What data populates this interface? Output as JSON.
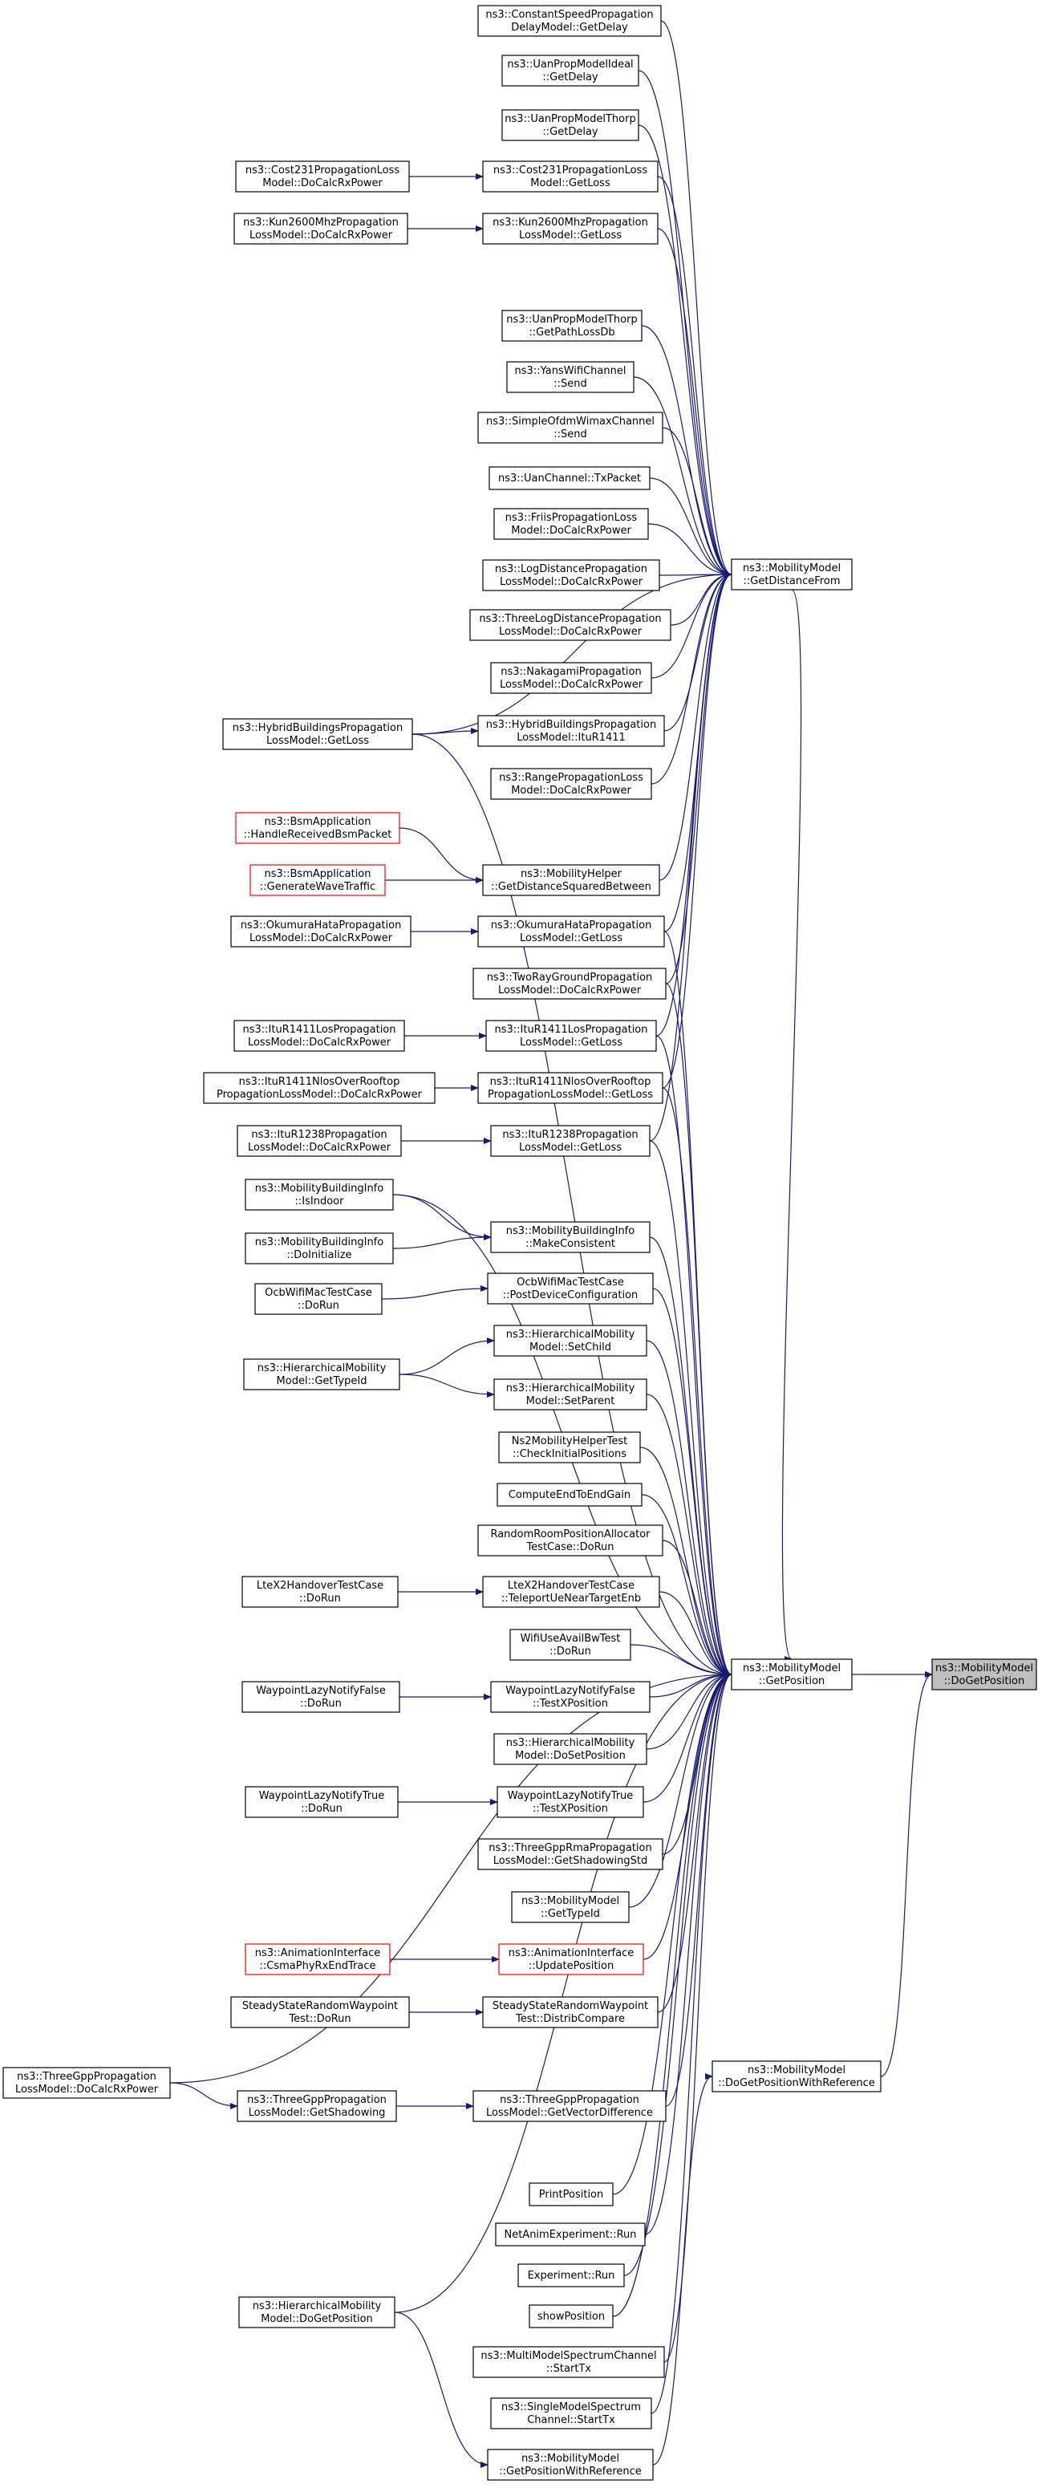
{
  "colors": {
    "edge": "#191970",
    "node_border": "#000000",
    "node_border_unresolved": "#ff0000",
    "focus_fill": "#bfbfbf",
    "background": "#ffffff"
  },
  "nodes": [
    {
      "id": "focus",
      "lines": [
        "ns3::MobilityModel",
        "::DoGetPosition"
      ],
      "kind": "focus"
    },
    {
      "id": "getdistancefrom",
      "lines": [
        "ns3::MobilityModel",
        "::GetDistanceFrom"
      ]
    },
    {
      "id": "getposition",
      "lines": [
        "ns3::MobilityModel",
        "::GetPosition"
      ]
    },
    {
      "id": "dogetposwithref",
      "lines": [
        "ns3::MobilityModel",
        "::DoGetPositionWithReference"
      ]
    },
    {
      "id": "constspeed",
      "lines": [
        "ns3::ConstantSpeedPropagation",
        "DelayModel::GetDelay"
      ]
    },
    {
      "id": "uanideal",
      "lines": [
        "ns3::UanPropModelIdeal",
        "::GetDelay"
      ]
    },
    {
      "id": "uanthorpdelay",
      "lines": [
        "ns3::UanPropModelThorp",
        "::GetDelay"
      ]
    },
    {
      "id": "cost231getloss",
      "lines": [
        "ns3::Cost231PropagationLoss",
        "Model::GetLoss"
      ]
    },
    {
      "id": "cost231docalc",
      "lines": [
        "ns3::Cost231PropagationLoss",
        "Model::DoCalcRxPower"
      ]
    },
    {
      "id": "kun2600getloss",
      "lines": [
        "ns3::Kun2600MhzPropagation",
        "LossModel::GetLoss"
      ]
    },
    {
      "id": "kun2600docalc",
      "lines": [
        "ns3::Kun2600MhzPropagation",
        "LossModel::DoCalcRxPower"
      ]
    },
    {
      "id": "uanthorppath",
      "lines": [
        "ns3::UanPropModelThorp",
        "::GetPathLossDb"
      ]
    },
    {
      "id": "yanssend",
      "lines": [
        "ns3::YansWifiChannel",
        "::Send"
      ]
    },
    {
      "id": "ofdmwimaxsend",
      "lines": [
        "ns3::SimpleOfdmWimaxChannel",
        "::Send"
      ]
    },
    {
      "id": "uantxpacket",
      "lines": [
        "ns3::UanChannel::TxPacket"
      ]
    },
    {
      "id": "friis",
      "lines": [
        "ns3::FriisPropagationLoss",
        "Model::DoCalcRxPower"
      ]
    },
    {
      "id": "logdistance",
      "lines": [
        "ns3::LogDistancePropagation",
        "LossModel::DoCalcRxPower"
      ]
    },
    {
      "id": "threelog",
      "lines": [
        "ns3::ThreeLogDistancePropagation",
        "LossModel::DoCalcRxPower"
      ]
    },
    {
      "id": "nakagami",
      "lines": [
        "ns3::NakagamiPropagation",
        "LossModel::DoCalcRxPower"
      ]
    },
    {
      "id": "hybriditur1411",
      "lines": [
        "ns3::HybridBuildingsPropagation",
        "LossModel::ItuR1411"
      ]
    },
    {
      "id": "hybridgetloss",
      "lines": [
        "ns3::HybridBuildingsPropagation",
        "LossModel::GetLoss"
      ]
    },
    {
      "id": "rangeprop",
      "lines": [
        "ns3::RangePropagationLoss",
        "Model::DoCalcRxPower"
      ]
    },
    {
      "id": "bsmhandle",
      "lines": [
        "ns3::BsmApplication",
        "::HandleReceivedBsmPacket"
      ],
      "kind": "red"
    },
    {
      "id": "bsmgenerate",
      "lines": [
        "ns3::BsmApplication",
        "::GenerateWaveTraffic"
      ],
      "kind": "red"
    },
    {
      "id": "mobhelperdist",
      "lines": [
        "ns3::MobilityHelper",
        "::GetDistanceSquaredBetween"
      ]
    },
    {
      "id": "okumuragetloss",
      "lines": [
        "ns3::OkumuraHataPropagation",
        "LossModel::GetLoss"
      ]
    },
    {
      "id": "okumuradocalc",
      "lines": [
        "ns3::OkumuraHataPropagation",
        "LossModel::DoCalcRxPower"
      ]
    },
    {
      "id": "tworay",
      "lines": [
        "ns3::TwoRayGroundPropagation",
        "LossModel::DoCalcRxPower"
      ]
    },
    {
      "id": "itur1411losgetloss",
      "lines": [
        "ns3::ItuR1411LosPropagation",
        "LossModel::GetLoss"
      ]
    },
    {
      "id": "itur1411losdocalc",
      "lines": [
        "ns3::ItuR1411LosPropagation",
        "LossModel::DoCalcRxPower"
      ]
    },
    {
      "id": "itur1411nlosgetloss",
      "lines": [
        "ns3::ItuR1411NlosOverRooftop",
        "PropagationLossModel::GetLoss"
      ]
    },
    {
      "id": "itur1411nlosdocalc",
      "lines": [
        "ns3::ItuR1411NlosOverRooftop",
        "PropagationLossModel::DoCalcRxPower"
      ]
    },
    {
      "id": "itur1238getloss",
      "lines": [
        "ns3::ItuR1238Propagation",
        "LossModel::GetLoss"
      ]
    },
    {
      "id": "itur1238docalc",
      "lines": [
        "ns3::ItuR1238Propagation",
        "LossModel::DoCalcRxPower"
      ]
    },
    {
      "id": "mbiisindoor",
      "lines": [
        "ns3::MobilityBuildingInfo",
        "::IsIndoor"
      ]
    },
    {
      "id": "mbimakeconsistent",
      "lines": [
        "ns3::MobilityBuildingInfo",
        "::MakeConsistent"
      ]
    },
    {
      "id": "mbidoinit",
      "lines": [
        "ns3::MobilityBuildingInfo",
        "::DoInitialize"
      ]
    },
    {
      "id": "ocbpostdevice",
      "lines": [
        "OcbWifiMacTestCase",
        "::PostDeviceConfiguration"
      ]
    },
    {
      "id": "ocbdorun",
      "lines": [
        "OcbWifiMacTestCase",
        "::DoRun"
      ]
    },
    {
      "id": "hiersetchild",
      "lines": [
        "ns3::HierarchicalMobility",
        "Model::SetChild"
      ]
    },
    {
      "id": "hiergettypeid",
      "lines": [
        "ns3::HierarchicalMobility",
        "Model::GetTypeId"
      ]
    },
    {
      "id": "hiersetparent",
      "lines": [
        "ns3::HierarchicalMobility",
        "Model::SetParent"
      ]
    },
    {
      "id": "ns2check",
      "lines": [
        "Ns2MobilityHelperTest",
        "::CheckInitialPositions"
      ]
    },
    {
      "id": "computeend",
      "lines": [
        "ComputeEndToEndGain"
      ]
    },
    {
      "id": "randomroom",
      "lines": [
        "RandomRoomPositionAllocator",
        "TestCase::DoRun"
      ]
    },
    {
      "id": "ltex2teleport",
      "lines": [
        "LteX2HandoverTestCase",
        "::TeleportUeNearTargetEnb"
      ]
    },
    {
      "id": "ltex2dorun",
      "lines": [
        "LteX2HandoverTestCase",
        "::DoRun"
      ]
    },
    {
      "id": "wifiuseavail",
      "lines": [
        "WifiUseAvailBwTest",
        "::DoRun"
      ]
    },
    {
      "id": "wplfalsetestx",
      "lines": [
        "WaypointLazyNotifyFalse",
        "::TestXPosition"
      ]
    },
    {
      "id": "wplfalsedorun",
      "lines": [
        "WaypointLazyNotifyFalse",
        "::DoRun"
      ]
    },
    {
      "id": "hierdosetpos",
      "lines": [
        "ns3::HierarchicalMobility",
        "Model::DoSetPosition"
      ]
    },
    {
      "id": "wpltruetestx",
      "lines": [
        "WaypointLazyNotifyTrue",
        "::TestXPosition"
      ]
    },
    {
      "id": "wpltruedorun",
      "lines": [
        "WaypointLazyNotifyTrue",
        "::DoRun"
      ]
    },
    {
      "id": "threegpprma",
      "lines": [
        "ns3::ThreeGppRmaPropagation",
        "LossModel::GetShadowingStd"
      ]
    },
    {
      "id": "mobgettypeid",
      "lines": [
        "ns3::MobilityModel",
        "::GetTypeId"
      ]
    },
    {
      "id": "animupdatepos",
      "lines": [
        "ns3::AnimationInterface",
        "::UpdatePosition"
      ],
      "kind": "red"
    },
    {
      "id": "animcsma",
      "lines": [
        "ns3::AnimationInterface",
        "::CsmaPhyRxEndTrace"
      ],
      "kind": "red"
    },
    {
      "id": "sswpdistrib",
      "lines": [
        "SteadyStateRandomWaypoint",
        "Test::DistribCompare"
      ]
    },
    {
      "id": "sswpdorun",
      "lines": [
        "SteadyStateRandomWaypoint",
        "Test::DoRun"
      ]
    },
    {
      "id": "threegppdocalc",
      "lines": [
        "ns3::ThreeGppPropagation",
        "LossModel::DoCalcRxPower"
      ]
    },
    {
      "id": "threegppshadow",
      "lines": [
        "ns3::ThreeGppPropagation",
        "LossModel::GetShadowing"
      ]
    },
    {
      "id": "threegppvecdiff",
      "lines": [
        "ns3::ThreeGppPropagation",
        "LossModel::GetVectorDifference"
      ]
    },
    {
      "id": "printposition",
      "lines": [
        "PrintPosition"
      ]
    },
    {
      "id": "netanimrun",
      "lines": [
        "NetAnimExperiment::Run"
      ]
    },
    {
      "id": "experimentrun",
      "lines": [
        "Experiment::Run"
      ]
    },
    {
      "id": "showposition",
      "lines": [
        "showPosition"
      ]
    },
    {
      "id": "hierdogetpos",
      "lines": [
        "ns3::HierarchicalMobility",
        "Model::DoGetPosition"
      ]
    },
    {
      "id": "multimodelstarttx",
      "lines": [
        "ns3::MultiModelSpectrumChannel",
        "::StartTx"
      ]
    },
    {
      "id": "singlemodelstarttx",
      "lines": [
        "ns3::SingleModelSpectrum",
        "Channel::StartTx"
      ]
    },
    {
      "id": "getposwithref",
      "lines": [
        "ns3::MobilityModel",
        "::GetPositionWithReference"
      ]
    }
  ],
  "edges": [
    [
      "getposition",
      "focus"
    ],
    [
      "dogetposwithref",
      "focus"
    ],
    [
      "getdistancefrom",
      "getposition"
    ],
    [
      "constspeed",
      "getdistancefrom"
    ],
    [
      "uanideal",
      "getdistancefrom"
    ],
    [
      "uanthorpdelay",
      "getdistancefrom"
    ],
    [
      "cost231getloss",
      "getdistancefrom"
    ],
    [
      "cost231docalc",
      "cost231getloss"
    ],
    [
      "kun2600getloss",
      "getdistancefrom"
    ],
    [
      "kun2600docalc",
      "kun2600getloss"
    ],
    [
      "hybridgetloss",
      "getdistancefrom"
    ],
    [
      "uanthorppath",
      "getdistancefrom"
    ],
    [
      "yanssend",
      "getdistancefrom"
    ],
    [
      "ofdmwimaxsend",
      "getdistancefrom"
    ],
    [
      "uantxpacket",
      "getdistancefrom"
    ],
    [
      "friis",
      "getdistancefrom"
    ],
    [
      "logdistance",
      "getdistancefrom"
    ],
    [
      "threelog",
      "getdistancefrom"
    ],
    [
      "nakagami",
      "getdistancefrom"
    ],
    [
      "hybriditur1411",
      "getdistancefrom"
    ],
    [
      "hybridgetloss",
      "hybriditur1411"
    ],
    [
      "rangeprop",
      "getdistancefrom"
    ],
    [
      "mobhelperdist",
      "getdistancefrom"
    ],
    [
      "bsmhandle",
      "mobhelperdist"
    ],
    [
      "bsmgenerate",
      "mobhelperdist"
    ],
    [
      "okumuragetloss",
      "getdistancefrom"
    ],
    [
      "okumuradocalc",
      "okumuragetloss"
    ],
    [
      "tworay",
      "getdistancefrom"
    ],
    [
      "itur1411losgetloss",
      "getdistancefrom"
    ],
    [
      "itur1411losdocalc",
      "itur1411losgetloss"
    ],
    [
      "itur1411nlosgetloss",
      "getdistancefrom"
    ],
    [
      "itur1411nlosdocalc",
      "itur1411nlosgetloss"
    ],
    [
      "itur1238getloss",
      "getdistancefrom"
    ],
    [
      "itur1238docalc",
      "itur1238getloss"
    ],
    [
      "hybridgetloss",
      "getposition"
    ],
    [
      "okumuragetloss",
      "getposition"
    ],
    [
      "tworay",
      "getposition"
    ],
    [
      "itur1411losgetloss",
      "getposition"
    ],
    [
      "itur1411nlosgetloss",
      "getposition"
    ],
    [
      "itur1238getloss",
      "getposition"
    ],
    [
      "mbiisindoor",
      "getposition"
    ],
    [
      "mbimakeconsistent",
      "getposition"
    ],
    [
      "mbiisindoor",
      "mbimakeconsistent"
    ],
    [
      "mbidoinit",
      "mbimakeconsistent"
    ],
    [
      "ocbpostdevice",
      "getposition"
    ],
    [
      "ocbdorun",
      "ocbpostdevice"
    ],
    [
      "hiersetchild",
      "getposition"
    ],
    [
      "hiergettypeid",
      "hiersetchild"
    ],
    [
      "hiersetparent",
      "getposition"
    ],
    [
      "hiergettypeid",
      "hiersetparent"
    ],
    [
      "ns2check",
      "getposition"
    ],
    [
      "computeend",
      "getposition"
    ],
    [
      "randomroom",
      "getposition"
    ],
    [
      "ltex2teleport",
      "getposition"
    ],
    [
      "ltex2dorun",
      "ltex2teleport"
    ],
    [
      "wifiuseavail",
      "getposition"
    ],
    [
      "wplfalsetestx",
      "getposition"
    ],
    [
      "wplfalsedorun",
      "wplfalsetestx"
    ],
    [
      "hierdosetpos",
      "getposition"
    ],
    [
      "wpltruetestx",
      "getposition"
    ],
    [
      "wpltruedorun",
      "wpltruetestx"
    ],
    [
      "threegpprma",
      "getposition"
    ],
    [
      "mobgettypeid",
      "getposition"
    ],
    [
      "animupdatepos",
      "getposition"
    ],
    [
      "animcsma",
      "animupdatepos"
    ],
    [
      "sswpdistrib",
      "getposition"
    ],
    [
      "sswpdorun",
      "sswpdistrib"
    ],
    [
      "threegppdocalc",
      "getposition"
    ],
    [
      "threegppdocalc",
      "threegppshadow"
    ],
    [
      "threegppvecdiff",
      "getposition"
    ],
    [
      "threegppshadow",
      "threegppvecdiff"
    ],
    [
      "printposition",
      "getposition"
    ],
    [
      "netanimrun",
      "getposition"
    ],
    [
      "experimentrun",
      "getposition"
    ],
    [
      "showposition",
      "getposition"
    ],
    [
      "hierdogetpos",
      "getposition"
    ],
    [
      "multimodelstarttx",
      "getposition"
    ],
    [
      "singlemodelstarttx",
      "getposition"
    ],
    [
      "getposwithref",
      "dogetposwithref"
    ],
    [
      "hierdogetpos",
      "getposwithref"
    ]
  ]
}
